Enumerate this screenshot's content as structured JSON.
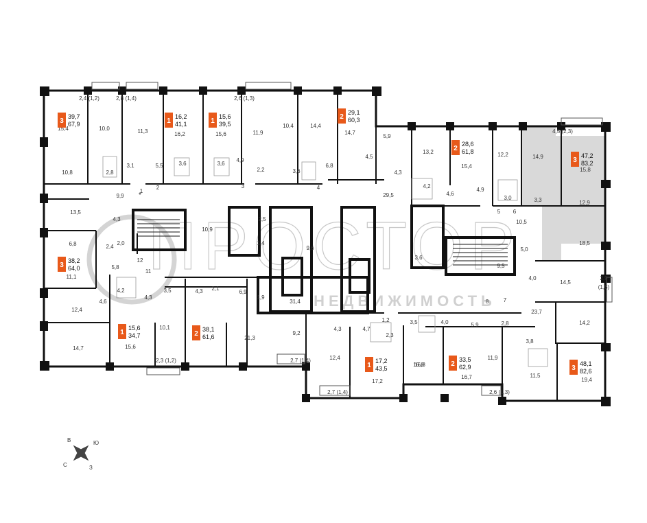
{
  "colors": {
    "badge": "#e8591a",
    "wall": "#111111",
    "highlight": "#d9d9d9",
    "watermark": "#cfcfcf"
  },
  "watermark": {
    "main": "ПРОСТОР",
    "sub": "НЕДВИЖИМОСТЬ"
  },
  "compass": {
    "n": "В",
    "e": "Ю",
    "s": "З",
    "w": "С"
  },
  "apartments": [
    {
      "rooms": "3",
      "living": "39,7",
      "total": "67,9"
    },
    {
      "rooms": "1",
      "living": "16,2",
      "total": "41,1"
    },
    {
      "rooms": "1",
      "living": "15,6",
      "total": "39,5"
    },
    {
      "rooms": "2",
      "living": "29,1",
      "total": "60,3"
    },
    {
      "rooms": "2",
      "living": "28,6",
      "total": "61,8"
    },
    {
      "rooms": "3",
      "living": "47,2",
      "total": "83,2"
    },
    {
      "rooms": "3",
      "living": "38,2",
      "total": "64,0"
    },
    {
      "rooms": "1",
      "living": "15,6",
      "total": "34,7"
    },
    {
      "rooms": "2",
      "living": "38,1",
      "total": "61,6"
    },
    {
      "rooms": "1",
      "living": "17,2",
      "total": "43,5"
    },
    {
      "rooms": "2",
      "living": "33,5",
      "total": "62,9"
    },
    {
      "rooms": "3",
      "living": "48,1",
      "total": "82,6"
    }
  ],
  "rooms": [
    "2,4 (1,2)",
    "2,8 (1,4)",
    "2,6 (1,3)",
    "15,4",
    "10,0",
    "11,3",
    "16,2",
    "15,6",
    "11,9",
    "10,4",
    "14,4",
    "14,7",
    "5,9",
    "13,2",
    "15,4",
    "12,2",
    "14,9",
    "4,5 (2,3)",
    "15,8",
    "10,8",
    "2,8",
    "3,1",
    "5,5",
    "3,6",
    "3,6",
    "4,9",
    "2,2",
    "3,6",
    "6,8",
    "4,5",
    "4,3",
    "4,2",
    "4,6",
    "4,9",
    "3,0",
    "3,3",
    "12,9",
    "1",
    "2",
    "3",
    "4",
    "5",
    "6",
    "9,9",
    "29,5",
    "13,5",
    "4,3",
    "10,9",
    "2,5",
    "10,5",
    "18,5",
    "6,8",
    "2,0",
    "1,4",
    "9,6",
    "3,6",
    "5,0",
    "2,4",
    "5,8",
    "12",
    "9,5",
    "11,1",
    "11",
    "4,0",
    "14,5",
    "2,9",
    "(1,5)",
    "4,2",
    "4,3",
    "3,5",
    "4,3",
    "2,1",
    "6,9",
    "1,9",
    "31,4",
    "4,6",
    "8",
    "7",
    "23,7",
    "12,4",
    "1,2",
    "3,5",
    "4,0",
    "5,9",
    "2,8",
    "14,2",
    "10,1",
    "9,2",
    "4,3",
    "4,7",
    "2,3",
    "3,8",
    "14,7",
    "15,6",
    "16,8",
    "21,3",
    "12,4",
    "16,8",
    "11,9",
    "11,5",
    "2,3 (1,2)",
    "2,7 (1,4)",
    "17,2",
    "16,7",
    "19,4",
    "2,7 (1,4)",
    "2,6 (1,3)"
  ]
}
